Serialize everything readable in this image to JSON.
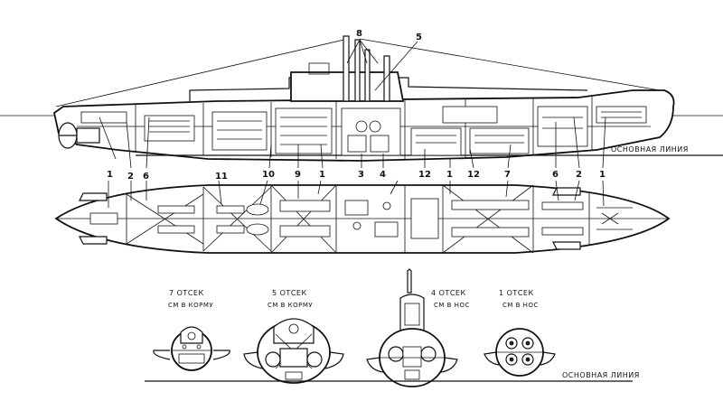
{
  "side_view": {
    "callouts": {
      "top_8": "8",
      "top_5": "5",
      "b1a": "1",
      "b2a": "2",
      "b6a": "6",
      "b10": "10",
      "b9": "9",
      "b1b": "1",
      "b3": "3",
      "b4": "4",
      "b12a": "12",
      "b12b": "12",
      "b1c": "1",
      "b7": "7",
      "b6b": "6",
      "b2b": "2",
      "b1d": "1"
    },
    "waterline_label": "ОСНОВНАЯ   ЛИНИЯ"
  },
  "plan_view": {
    "callouts": {
      "p11": "11"
    }
  },
  "sections": [
    {
      "title": "7 ОТСЕК",
      "subtitle": "СМ  В  КОРМУ"
    },
    {
      "title": "5 ОТСЕК",
      "subtitle": "СМ  В  КОРМУ"
    },
    {
      "title": "4 ОТСЕК",
      "subtitle": "СМ  В  НОС"
    },
    {
      "title": "1 ОТСЕК",
      "subtitle": "СМ  В  НОС"
    }
  ],
  "bottom_label": "ОСНОВНАЯ   ЛИНИЯ"
}
